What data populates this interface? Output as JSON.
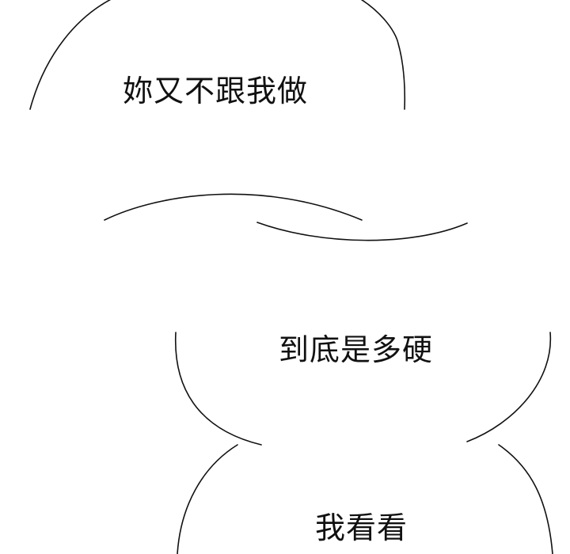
{
  "dialogue": {
    "line1": "妳又不跟我做",
    "line2": "到底是多硬",
    "line3": "我看看"
  },
  "colors": {
    "background": "#ffffff",
    "ink": "#111111"
  }
}
